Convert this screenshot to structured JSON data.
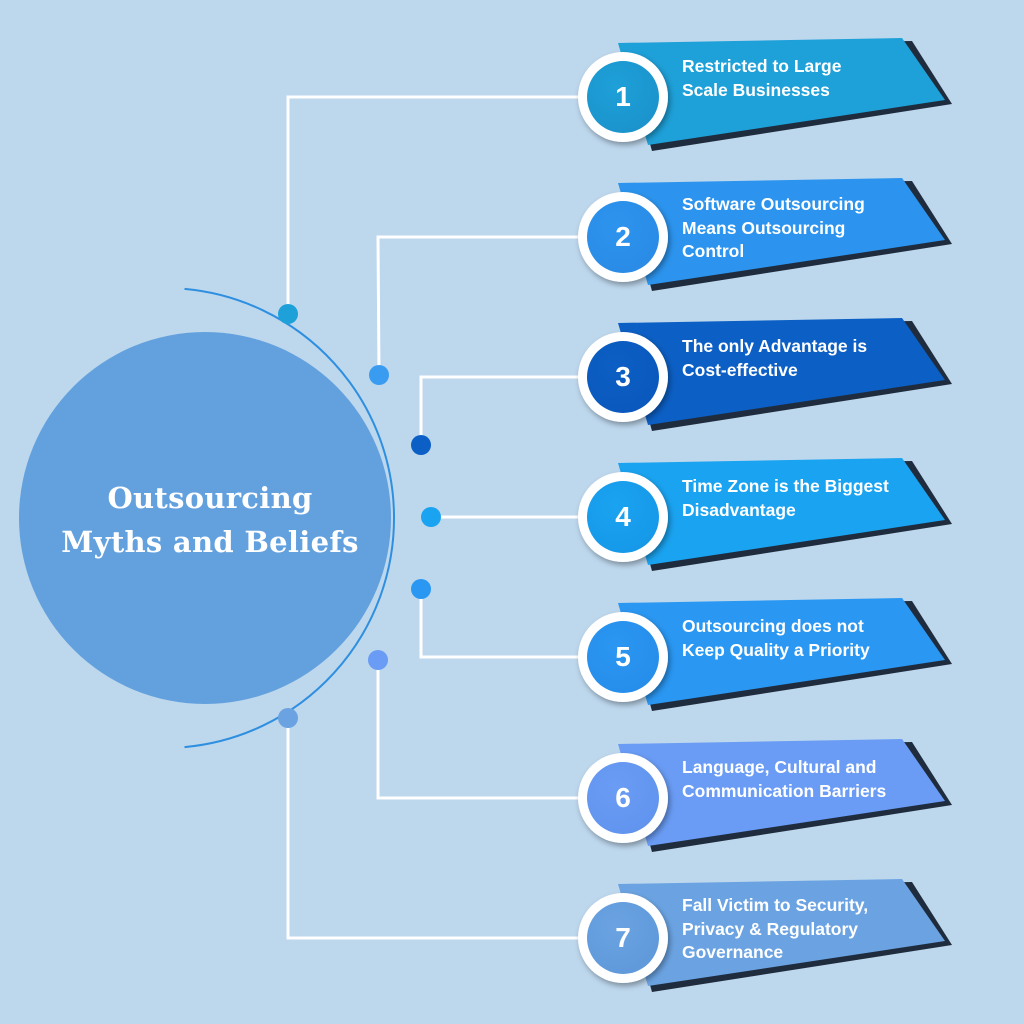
{
  "title": {
    "line1": "Outsourcing",
    "line2": "Myths and Beliefs"
  },
  "colors": {
    "background": "#bdd7ed",
    "circle": "#63a1de",
    "connector": "#ffffff"
  },
  "items": [
    {
      "number": "1",
      "lines": [
        "Restricted to Large",
        "Scale Businesses"
      ],
      "color": "#1ea0d8",
      "badge_color": "#1b93cc",
      "dot_color": "#1ea0d8"
    },
    {
      "number": "2",
      "lines": [
        "Software Outsourcing",
        "Means Outsourcing",
        "Control"
      ],
      "color": "#2c94ee",
      "badge_color": "#2a8be6",
      "dot_color": "#3a9cf0"
    },
    {
      "number": "3",
      "lines": [
        "The only Advantage is",
        "Cost-effective"
      ],
      "color": "#0c5fc4",
      "badge_color": "#0a58bd",
      "dot_color": "#0c5fc4"
    },
    {
      "number": "4",
      "lines": [
        "Time Zone is the Biggest",
        "Disadvantage"
      ],
      "color": "#1aa3f0",
      "badge_color": "#1598e8",
      "dot_color": "#1aa3f0"
    },
    {
      "number": "5",
      "lines": [
        "Outsourcing does not",
        "Keep Quality a Priority"
      ],
      "color": "#2a97f2",
      "badge_color": "#268dea",
      "dot_color": "#2a97f2"
    },
    {
      "number": "6",
      "lines": [
        "Language, Cultural and",
        "Communication Barriers"
      ],
      "color": "#6a9cf5",
      "badge_color": "#6194ee",
      "dot_color": "#6a9cf5"
    },
    {
      "number": "7",
      "lines": [
        "Fall Victim to Security,",
        "Privacy & Regulatory",
        "Governance"
      ],
      "color": "#6ba3e2",
      "badge_color": "#5f99da",
      "dot_color": "#6ba3e2"
    }
  ]
}
